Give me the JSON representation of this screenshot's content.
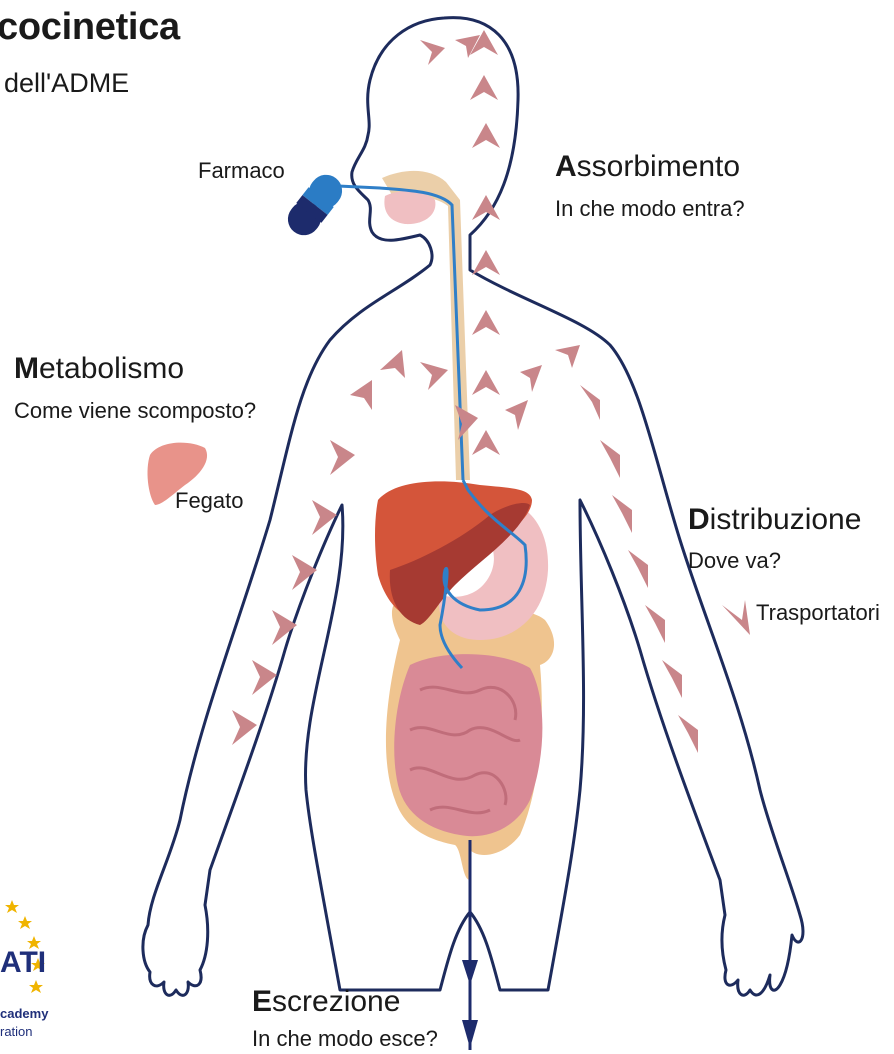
{
  "header": {
    "title": "cocinetica",
    "subtitle": "dell'ADME"
  },
  "stages": {
    "absorption": {
      "initial": "A",
      "rest": "ssorbimento",
      "question": "In che modo entra?"
    },
    "metabolism": {
      "initial": "M",
      "rest": "etabolismo",
      "question": "Come viene scomposto?"
    },
    "distribution": {
      "initial": "D",
      "rest": "istribuzione",
      "question": "Dove va?"
    },
    "excretion": {
      "initial": "E",
      "rest": "screzione",
      "question": "In che modo esce?"
    }
  },
  "labels": {
    "drug": "Farmaco",
    "liver": "Fegato",
    "transporters": "Trasportatori"
  },
  "logo": {
    "text_main": "ATI",
    "text_line2": "cademy",
    "text_line3": "ration"
  },
  "colors": {
    "outline": "#1d2b5c",
    "arrow": "#c9868a",
    "liver": "#d4553a",
    "liver_dark": "#a63a32",
    "intestine": "#d98a96",
    "stomach": "#f0bfc2",
    "fat": "#efc48f",
    "pill_light": "#2b7cc5",
    "pill_dark": "#1d2b6c",
    "tube": "#2f7fc8",
    "esophagus": "#e8c79a",
    "star": "#f0b400"
  }
}
